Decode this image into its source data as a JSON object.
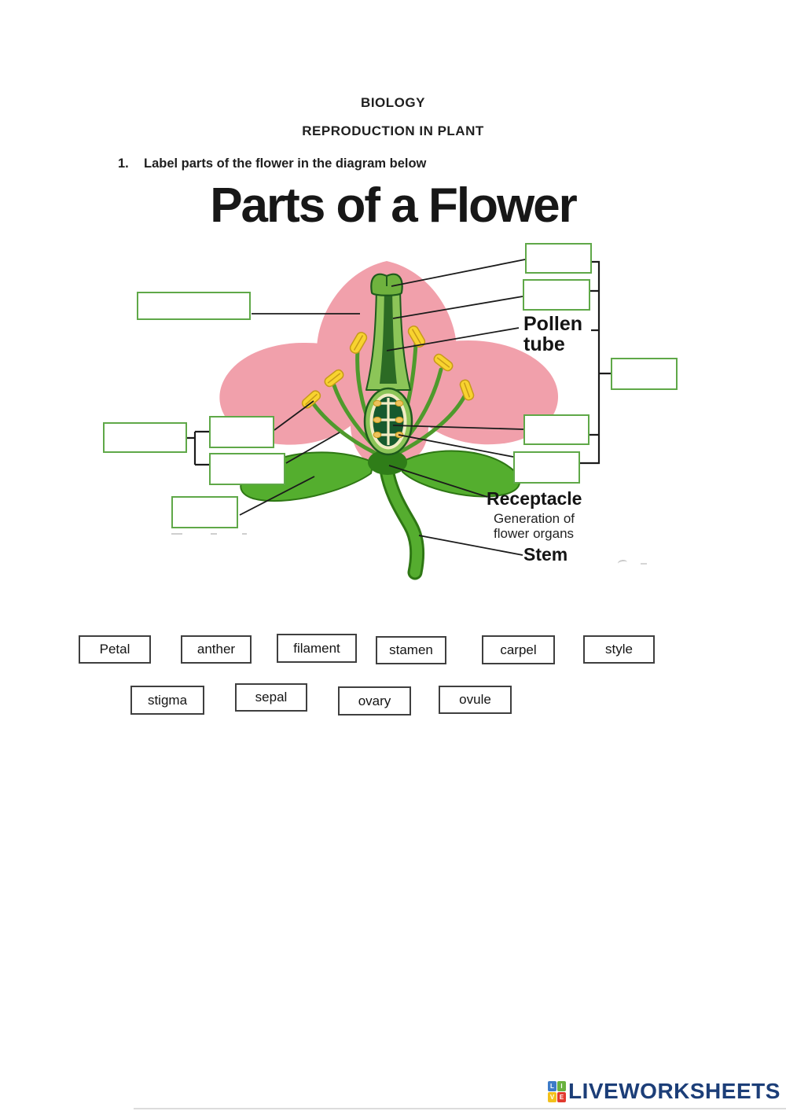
{
  "header": {
    "line1": "BIOLOGY",
    "line2": "REPRODUCTION IN PLANT"
  },
  "question": {
    "number": "1.",
    "text": "Label parts of the flower in the diagram below"
  },
  "diagram": {
    "title": "Parts of a Flower",
    "labels": {
      "pollen_tube_line1": "Pollen",
      "pollen_tube_line2": "tube",
      "receptacle": "Receptacle",
      "receptacle_note_line1": "Generation of",
      "receptacle_note_line2": "flower organs",
      "stem": "Stem"
    },
    "answer_boxes": [
      {
        "id": "top-left",
        "value": ""
      },
      {
        "id": "right-1",
        "value": ""
      },
      {
        "id": "right-2",
        "value": ""
      },
      {
        "id": "far-right",
        "value": ""
      },
      {
        "id": "right-3",
        "value": ""
      },
      {
        "id": "right-4",
        "value": ""
      },
      {
        "id": "left-mid-outer",
        "value": ""
      },
      {
        "id": "left-mid-upper",
        "value": ""
      },
      {
        "id": "left-mid-lower",
        "value": ""
      },
      {
        "id": "bottom-left",
        "value": ""
      }
    ]
  },
  "word_bank": {
    "row1": [
      "Petal",
      "anther",
      "filament",
      "stamen",
      "carpel",
      "style"
    ],
    "row2": [
      "stigma",
      "sepal",
      "ovary",
      "ovule"
    ]
  },
  "footer": {
    "logo_text": "LIVEWORKSHEETS",
    "logo_squares": [
      {
        "letter": "L",
        "color": "#3D7BC8"
      },
      {
        "letter": "I",
        "color": "#69B23E"
      },
      {
        "letter": "V",
        "color": "#F3C11B"
      },
      {
        "letter": "E",
        "color": "#E23A2E"
      }
    ]
  },
  "colors": {
    "ansbox_border": "#5FA848",
    "wordbox_border": "#3F3F3F",
    "petal_pink": "#F1A0AB",
    "leaf_green": "#54AE2E",
    "filament_green": "#4E9A2C",
    "anther_yellow": "#F8D32F",
    "line_black": "#1B1B1B",
    "logo_navy": "#1C3E78"
  }
}
